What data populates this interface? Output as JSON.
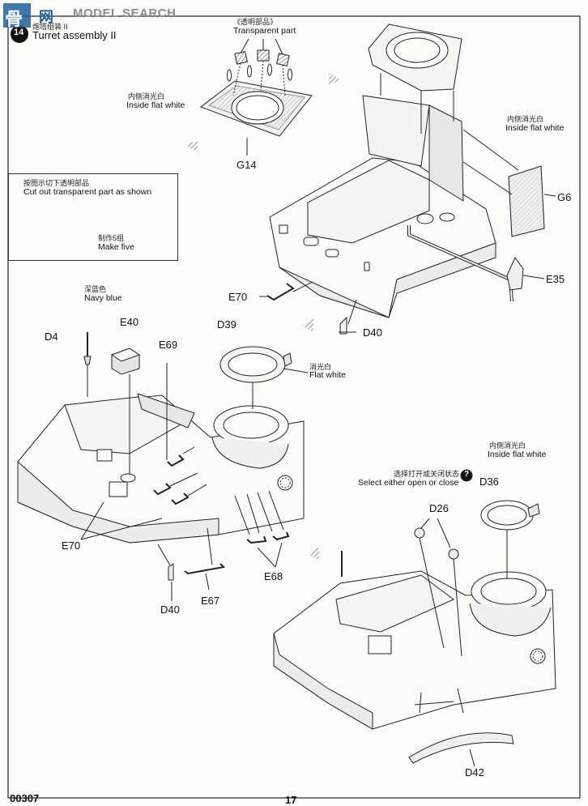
{
  "watermark": {
    "cn": "骨",
    "mid": "网",
    "en": "MODEL SEARCH"
  },
  "step": {
    "number": "14",
    "title_cn": "炮塔组装 II",
    "title_en": "Turret assembly II"
  },
  "callouts": {
    "transparent_cn": "《透明部品》",
    "transparent_en": "Transparent part",
    "inside_flat_white_cn": "内侧消光白",
    "inside_flat_white_en": "Inside flat white",
    "navy_blue_cn": "深蓝色",
    "navy_blue_en": "Navy blue",
    "flat_white_cn": "消光白",
    "flat_white_en": "Flat white",
    "select_cn": "选择打开或关闭状态",
    "select_en": "Select either open or close",
    "select_icon": "question-mark-icon"
  },
  "instruction_box": {
    "cut_cn": "按图示切下透明部品",
    "cut_en": "Cut out transparent part as shown",
    "make_cn": "制作5组",
    "make_en": "Make five"
  },
  "parts": {
    "G14": "G14",
    "G6": "G6",
    "E35": "E35",
    "E70": "E70",
    "D40": "D40",
    "D4": "D4",
    "E40": "E40",
    "E69": "E69",
    "D39": "D39",
    "E68": "E68",
    "E67": "E67",
    "D36": "D36",
    "D26": "D26",
    "D42": "D42"
  },
  "footer": {
    "code": "00307",
    "page": "17"
  }
}
